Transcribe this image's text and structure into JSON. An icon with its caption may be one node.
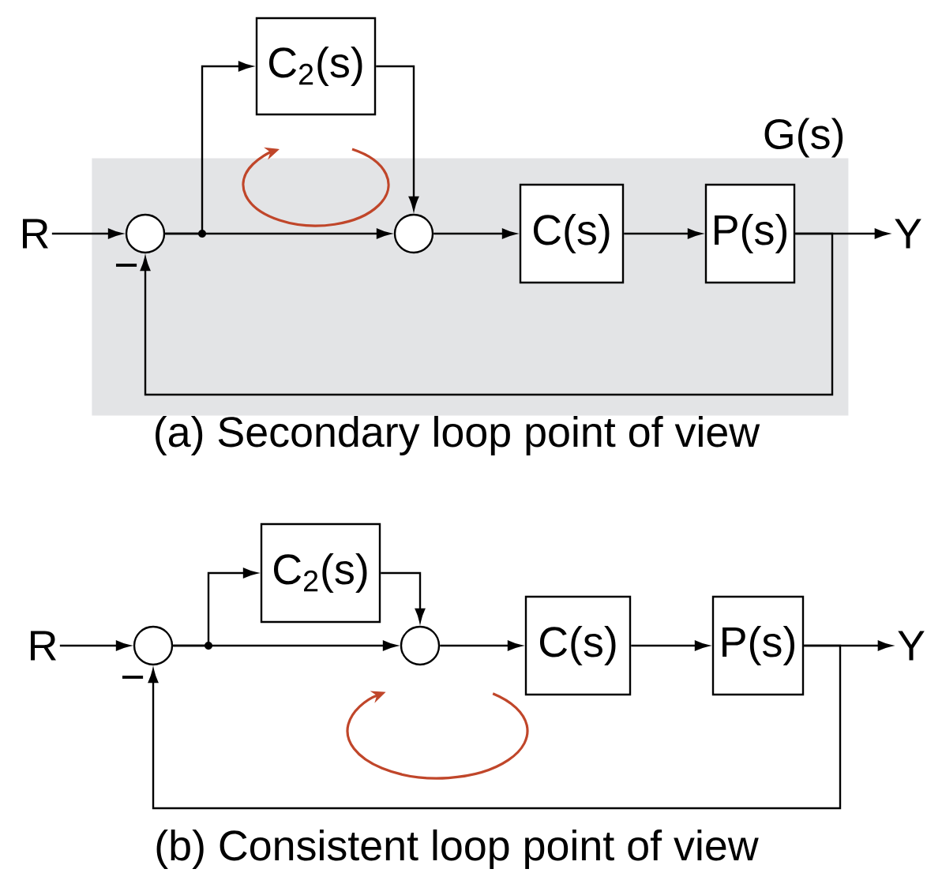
{
  "diagram": {
    "nodes": [
      {
        "text": [
          "G(s)"
        ]
      },
      {
        "text": [
          "R"
        ]
      },
      {
        "text": [],
        "shape": "circle",
        "in": 0
      },
      {
        "text": [
          "C$_{2}$(s)"
        ]
      },
      {
        "text": [],
        "shape": "circle",
        "in": 0
      },
      {
        "text": [
          "C(s)"
        ],
        "in": 0
      },
      {
        "text": [
          "P(s)"
        ],
        "in": 0
      },
      {
        "text": [
          "Y"
        ]
      },
      {
        "text": [
          "R"
        ]
      },
      {
        "text": [],
        "shape": "circle"
      },
      {
        "text": [
          "C$_{2}$(s)"
        ]
      },
      {
        "text": [],
        "shape": "circle"
      },
      {
        "text": [
          "C(s)"
        ]
      },
      {
        "text": [
          "P(s)"
        ]
      },
      {
        "text": [
          "Y"
        ]
      }
    ],
    "edges": [
      {
        "from": 1,
        "to": 2,
        "arrow": "to"
      },
      {
        "from": 2,
        "to": 3,
        "arrow": "to"
      },
      {
        "from": 2,
        "to": 4,
        "arrow": "to"
      },
      {
        "from": 3,
        "to": 4,
        "arrow": "to"
      },
      {
        "from": 4,
        "to": 5,
        "arrow": "to"
      },
      {
        "from": 5,
        "to": 6,
        "arrow": "to"
      },
      {
        "from": 6,
        "to": 7,
        "arrow": "to"
      },
      {
        "from": 6,
        "to": 2,
        "arrow": "to",
        "label": "−"
      },
      {
        "from": 8,
        "to": 9,
        "arrow": "to"
      },
      {
        "from": 9,
        "to": 10,
        "arrow": "to"
      },
      {
        "from": 9,
        "to": 11,
        "arrow": "to"
      },
      {
        "from": 10,
        "to": 11,
        "arrow": "to"
      },
      {
        "from": 11,
        "to": 12,
        "arrow": "to"
      },
      {
        "from": 12,
        "to": 13,
        "arrow": "to"
      },
      {
        "from": 13,
        "to": 14,
        "arrow": "to"
      },
      {
        "from": 13,
        "to": 9,
        "arrow": "to",
        "label": "−"
      }
    ],
    "labels": [
      "(a) Secondary loop point of view",
      "(b) Consistent loop point of view"
    ]
  }
}
